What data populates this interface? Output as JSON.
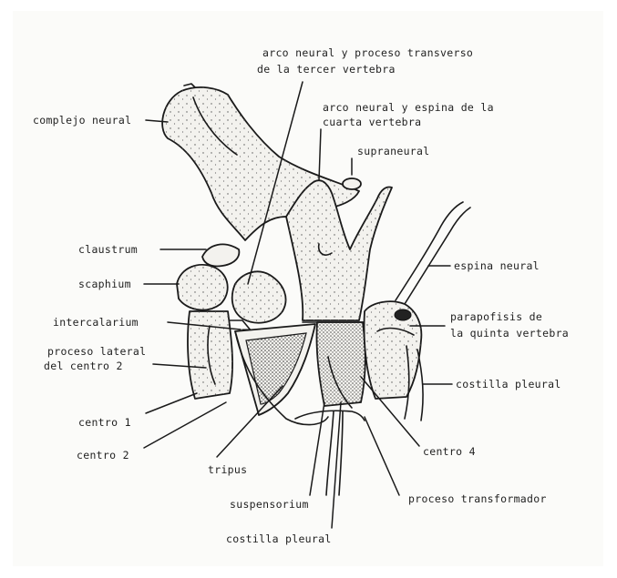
{
  "labels": {
    "arco_tercer_1": "arco neural y proceso transverso",
    "arco_tercer_2": "de la tercer vertebra",
    "arco_cuarta_1": "arco neural y espina de la",
    "arco_cuarta_2": "cuarta vertebra",
    "complejo_neural": "complejo neural",
    "supraneural": "supraneural",
    "claustrum": "claustrum",
    "scaphium": "scaphium",
    "intercalarium": "intercalarium",
    "proceso_lateral_1": "proceso lateral",
    "proceso_lateral_2": "del centro 2",
    "centro_1": "centro 1",
    "centro_2": "centro 2",
    "tripus": "tripus",
    "suspensorium": "suspensorium",
    "costilla_pleural_bottom": "costilla pleural",
    "espina_neural": "espina neural",
    "parapofisis_1": "parapofisis de",
    "parapofisis_2": "la quinta vertebra",
    "costilla_pleural_right": "costilla pleural",
    "centro_4": "centro 4",
    "proceso_transformador": "proceso transformador"
  },
  "colors": {
    "ink": "#1a1a1a",
    "paper": "#fbfbf9",
    "bone_fill": "#f3f2ee"
  }
}
